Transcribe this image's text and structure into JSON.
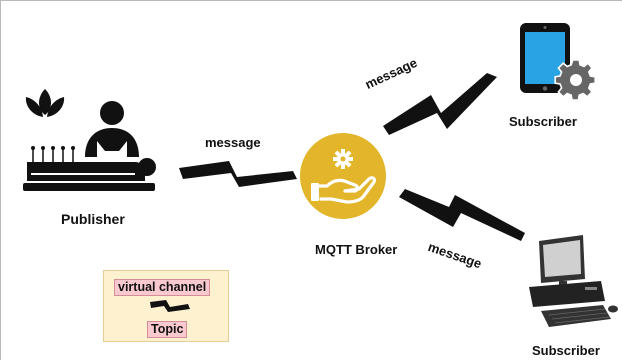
{
  "diagram": {
    "publisher": {
      "label": "Publisher"
    },
    "broker": {
      "label": "MQTT Broker"
    },
    "subscriber_top": {
      "label": "Subscriber"
    },
    "subscriber_bottom": {
      "label": "Subscriber"
    },
    "messages": {
      "publisher_to_broker": "message",
      "broker_to_subscriber_top": "message",
      "broker_to_subscriber_bottom": "message"
    },
    "legend": {
      "channel_label": "virtual channel",
      "topic_label": "Topic"
    }
  },
  "colors": {
    "broker_gold": "#e3b52a",
    "bolt": "#111111",
    "legend_bg": "#fdf1cf",
    "tag_bg": "#f9c9cf",
    "tablet_screen": "#29a3e4",
    "gear_gray": "#666666"
  },
  "icons": {
    "publisher": "massage-therapy-icon",
    "broker": "hand-with-gear-icon",
    "subscriber_top": "tablet-with-gear-icon",
    "subscriber_bottom": "desktop-computer-icon"
  }
}
